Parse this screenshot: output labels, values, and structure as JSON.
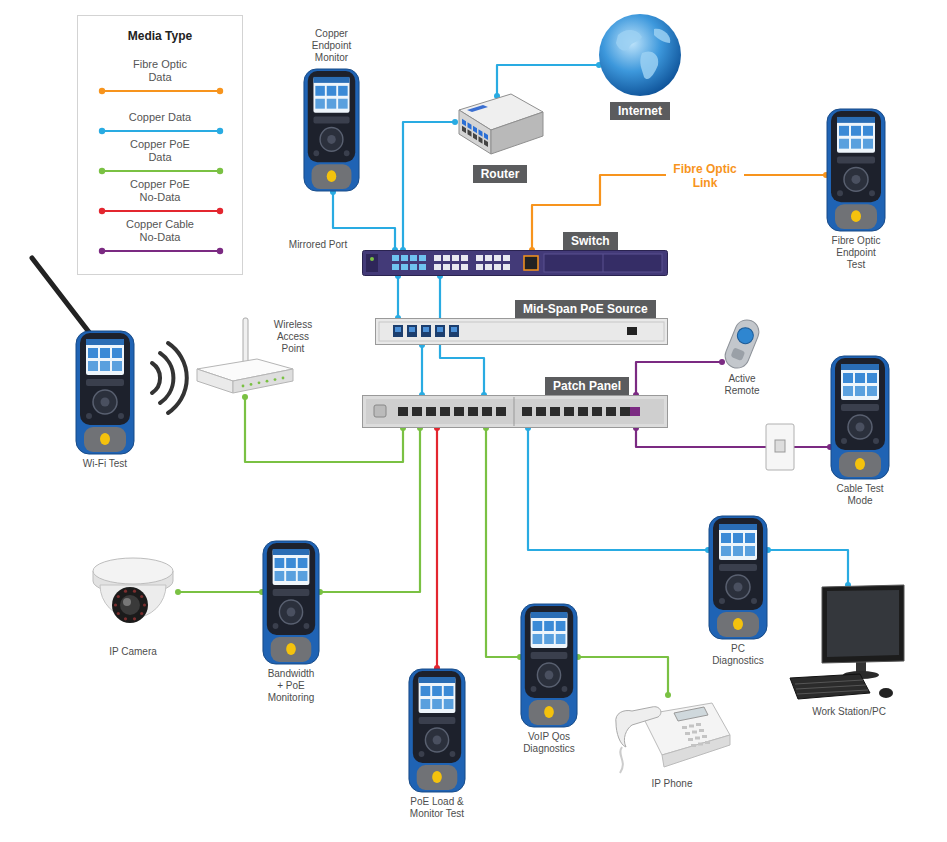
{
  "diagram": {
    "nodes": [
      {
        "text": [
          "Copper Endpoint Monitor"
        ]
      },
      {
        "text": [
          "Router"
        ]
      },
      {
        "text": [
          "Internet"
        ]
      },
      {
        "text": [
          "Switch"
        ]
      },
      {
        "text": [
          "Fibre Optic Endpoint Test"
        ]
      },
      {
        "text": [
          "Mid-Span PoE Source"
        ]
      },
      {
        "text": [
          "Wireless Access Point"
        ]
      },
      {
        "text": [
          "Wi-Fi Test"
        ]
      },
      {
        "text": [
          "Patch Panel"
        ]
      },
      {
        "text": [
          "Active Remote"
        ]
      },
      {
        "text": [
          "Cable Test Mode"
        ]
      },
      {
        "text": [
          "PC Diagnostics"
        ]
      },
      {
        "text": [
          "IP Camera"
        ]
      },
      {
        "text": [
          "Bandwidth + PoE Monitoring"
        ]
      },
      {
        "text": [
          "Work Station/PC"
        ]
      },
      {
        "text": [
          "VoIP Qos Diagnostics"
        ]
      },
      {
        "text": [
          "PoE Load & Monitor Test"
        ]
      },
      {
        "text": [
          "IP Phone"
        ]
      }
    ],
    "edges": [
      {
        "from": 0,
        "to": 3,
        "arrow": "none"
      },
      {
        "from": 1,
        "to": 3,
        "arrow": "none"
      },
      {
        "from": 1,
        "to": 2,
        "arrow": "none"
      },
      {
        "from": 3,
        "to": 4,
        "label": "Fibre Optic Link",
        "arrow": "none"
      },
      {
        "from": 3,
        "to": 5,
        "arrow": "none"
      },
      {
        "from": 5,
        "to": 8,
        "arrow": "none"
      },
      {
        "from": 3,
        "to": 8,
        "arrow": "none"
      },
      {
        "from": 8,
        "to": 6,
        "arrow": "none"
      },
      {
        "from": 8,
        "to": 13,
        "arrow": "none"
      },
      {
        "from": 13,
        "to": 12,
        "arrow": "none"
      },
      {
        "from": 8,
        "to": 16,
        "arrow": "none"
      },
      {
        "from": 8,
        "to": 15,
        "arrow": "none"
      },
      {
        "from": 15,
        "to": 17,
        "arrow": "none"
      },
      {
        "from": 8,
        "to": 11,
        "arrow": "none"
      },
      {
        "from": 11,
        "to": 14,
        "arrow": "none"
      },
      {
        "from": 8,
        "to": 9,
        "arrow": "none"
      },
      {
        "from": 8,
        "to": 10,
        "arrow": "none"
      }
    ],
    "labels": [
      "Media Type",
      "Mirrored Port"
    ],
    "legend": [
      {
        "text": "Fibre Optic Data",
        "color": "#f7941d"
      },
      {
        "text": "Copper Data",
        "color": "#29abe2"
      },
      {
        "text": "Copper PoE Data",
        "color": "#7ac143"
      },
      {
        "text": "Copper PoE No-Data",
        "color": "#e3262f"
      },
      {
        "text": "Copper Cable No-Data",
        "color": "#7b2a82"
      }
    ]
  }
}
